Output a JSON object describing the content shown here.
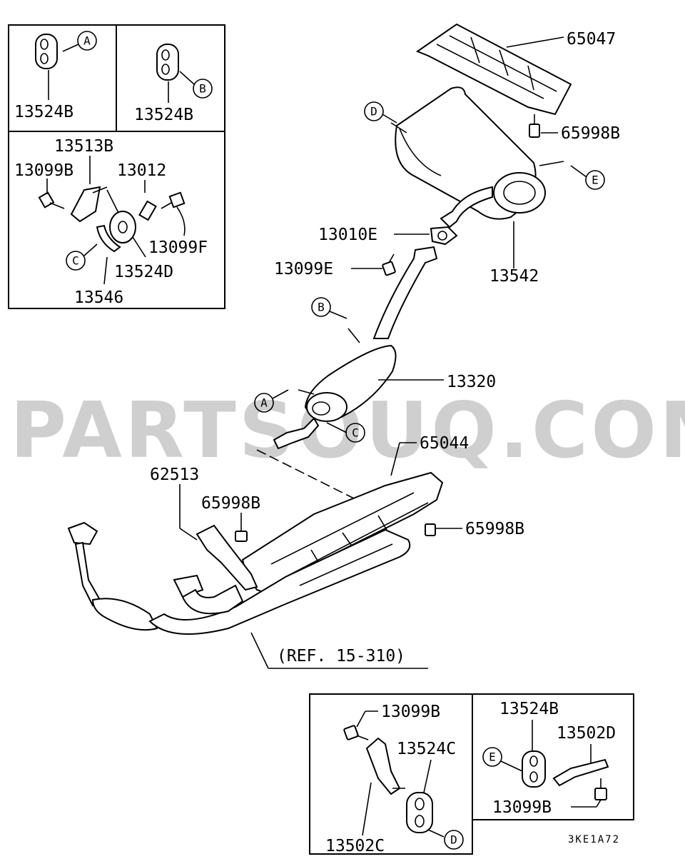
{
  "watermark": "PARTSOUQ.COM",
  "diagram_code": "3KE1A72",
  "reference": "(REF. 15-310)",
  "callouts": {
    "a": "A",
    "b": "B",
    "c": "C",
    "d": "D",
    "e": "E"
  },
  "parts": {
    "heat_protector_rear": "65047",
    "bolt_upper": "65998B",
    "gasket": "13010E",
    "bolt_e": "13099E",
    "main_muffler": "13542",
    "center_pipe_muffler": "13320",
    "heat_protector_center": "65044",
    "bracket": "62513",
    "bolt_mid": "65998B",
    "bolt_right": "65998B"
  },
  "inset_top_left_a": {
    "hanger": "13524B"
  },
  "inset_top_left_b": {
    "hanger": "13524B"
  },
  "inset_top_left_c": {
    "bracket": "13513B",
    "bolt_left": "13099B",
    "collar": "13012",
    "bolt_right": "13099F",
    "hanger": "13524D",
    "clamp": "13546"
  },
  "inset_bottom_d": {
    "bolt": "13099B",
    "hanger": "13524C",
    "bracket": "13502C"
  },
  "inset_bottom_e": {
    "hanger": "13524B",
    "bracket": "13502D",
    "bolt": "13099B"
  }
}
